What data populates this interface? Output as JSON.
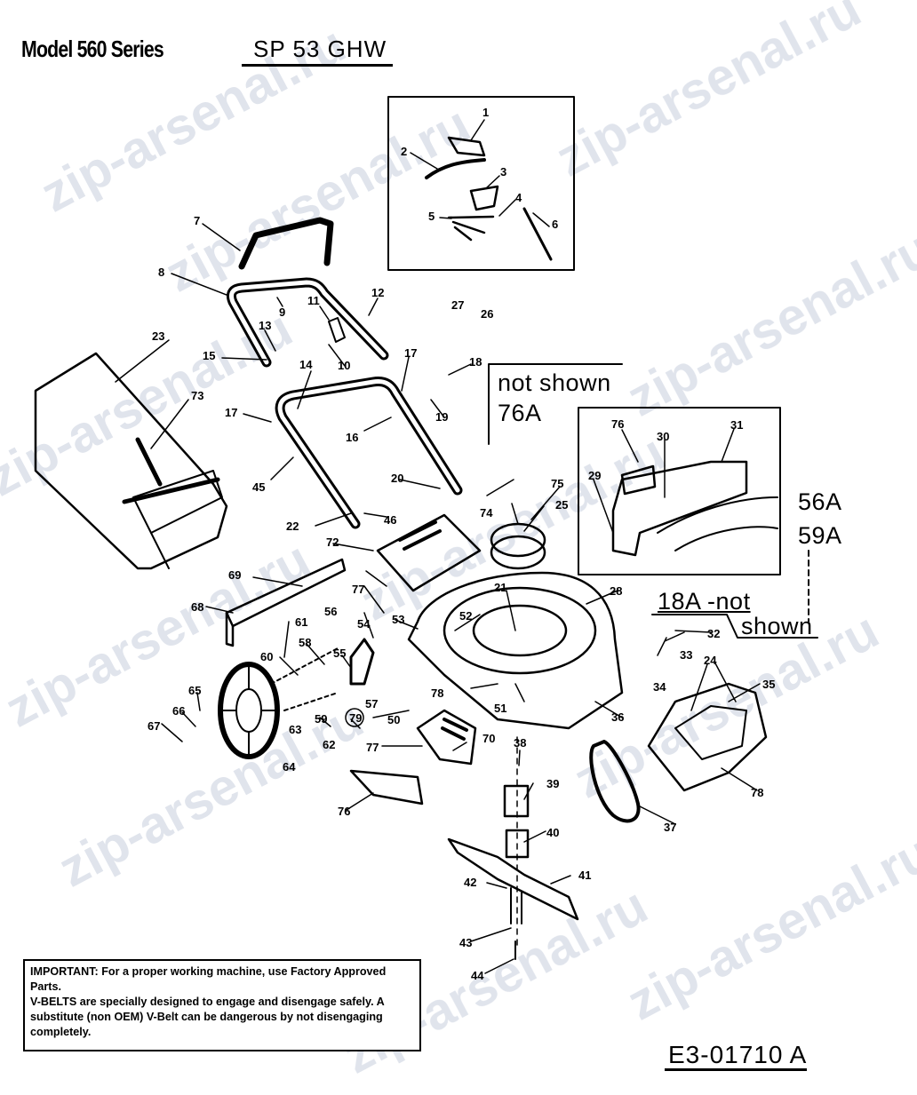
{
  "header": {
    "model": "Model 560 Series",
    "variant": "SP 53 GHW"
  },
  "notes": {
    "not_shown_line1": "not shown",
    "not_shown_line2": "76A",
    "right_a": "56A",
    "right_b": "59A",
    "right_c": "18A -not",
    "right_d": "shown"
  },
  "notice": {
    "label1": "IMPORTANT:",
    "text1": "For a proper working machine, use Factory Approved Parts.",
    "label2": "V-BELTS",
    "text2": "are specially designed to engage and disengage safely. A substitute (non OEM) V-Belt can be dangerous by not disengaging completely."
  },
  "footer": {
    "drawing_code": "E3-01710 A"
  },
  "watermark": "zip-arsenal.ru",
  "callouts": [
    "1",
    "2",
    "3",
    "4",
    "5",
    "6",
    "7",
    "8",
    "9",
    "10",
    "11",
    "12",
    "13",
    "14",
    "15",
    "16",
    "17",
    "17",
    "18",
    "19",
    "20",
    "21",
    "22",
    "23",
    "24",
    "25",
    "26",
    "27",
    "28",
    "29",
    "30",
    "31",
    "32",
    "33",
    "34",
    "35",
    "36",
    "37",
    "38",
    "39",
    "40",
    "41",
    "42",
    "43",
    "44",
    "45",
    "46",
    "50",
    "51",
    "52",
    "53",
    "54",
    "55",
    "56",
    "57",
    "58",
    "59",
    "60",
    "61",
    "62",
    "63",
    "64",
    "65",
    "66",
    "67",
    "68",
    "69",
    "70",
    "72",
    "73",
    "74",
    "75",
    "76",
    "76",
    "77",
    "77",
    "78",
    "78",
    "79"
  ]
}
